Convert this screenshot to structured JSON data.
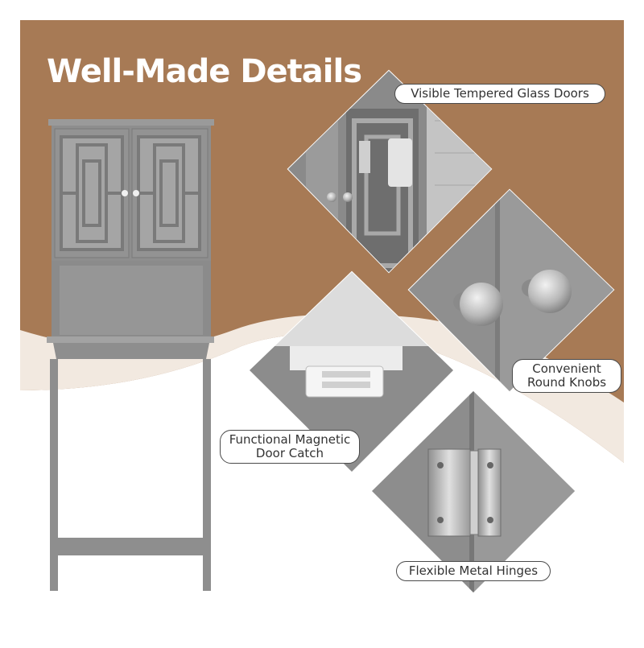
{
  "title": "Well-Made Details",
  "colors": {
    "background_brown": "#a77a55",
    "cabinet_gray": "#8e8e8e",
    "label_border": "#4a4a4a",
    "hinge_metal": "#bdbdbd",
    "knob_metal": "#c9c9c9"
  },
  "features": {
    "glass_doors": "Visible Tempered Glass Doors",
    "knobs_line1": "Convenient",
    "knobs_line2": "Round Knobs",
    "catch_line1": "Functional Magnetic",
    "catch_line2": "Door Catch",
    "hinges": "Flexible Metal Hinges"
  }
}
